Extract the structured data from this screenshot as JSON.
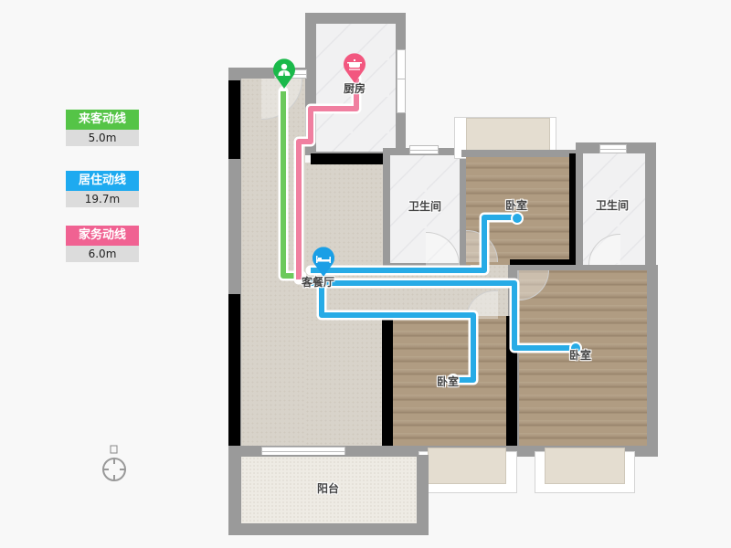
{
  "legend": {
    "items": [
      {
        "label": "来客动线",
        "value": "5.0m",
        "color": "#55c447"
      },
      {
        "label": "居住动线",
        "value": "19.7m",
        "color": "#1eaaf0"
      },
      {
        "label": "家务动线",
        "value": "6.0m",
        "color": "#f06292"
      }
    ]
  },
  "rooms": {
    "kitchen": "厨房",
    "bathroom_left": "卫生间",
    "bathroom_right": "卫生间",
    "bedroom_top": "卧室",
    "bedroom_bottom_left": "卧室",
    "bedroom_bottom_right": "卧室",
    "living_dining": "客餐厅",
    "balcony": "阳台"
  },
  "icons": {
    "entrance": "person-pin-icon",
    "kitchen": "cooking-pot-pin-icon",
    "living": "bed-pin-icon",
    "compass": "compass-icon"
  },
  "colors": {
    "guest_route": "#55c447",
    "living_route": "#1eaaf0",
    "chore_route": "#f06292",
    "wall": "#9a9a9a",
    "structural_wall": "#000000"
  }
}
